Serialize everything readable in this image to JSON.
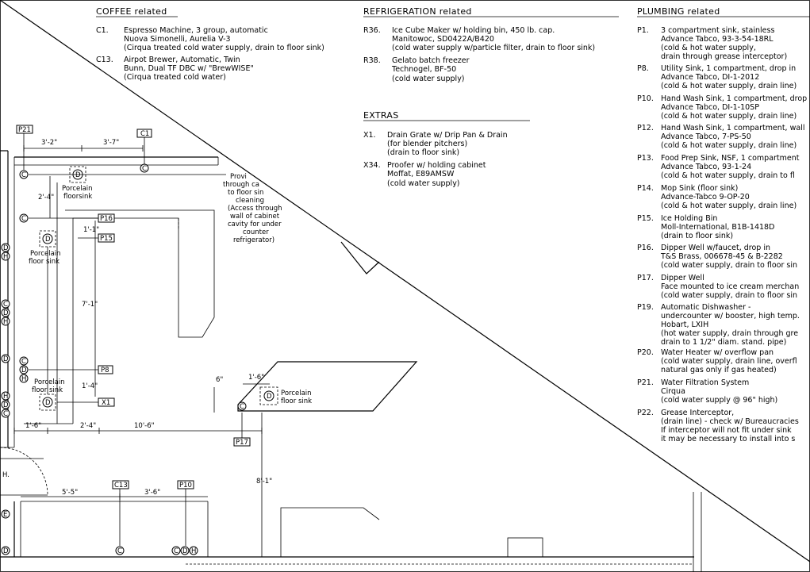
{
  "sections": {
    "coffee": {
      "title": "COFFEE related",
      "items": [
        {
          "code": "C1.",
          "lines": [
            "Espresso Machine, 3 group, automatic",
            "Nuova Simonelli, Aurelia V-3",
            "(Cirqua treated cold water supply, drain to floor sink)"
          ]
        },
        {
          "code": "C13.",
          "lines": [
            "Airpot Brewer, Automatic, Twin",
            "Bunn, Dual TF DBC w/ \"BrewWISE\"",
            "(Cirqua treated cold water)"
          ]
        }
      ]
    },
    "refrigeration": {
      "title": "REFRIGERATION related",
      "items": [
        {
          "code": "R36.",
          "lines": [
            "Ice Cube Maker w/ holding bin, 450 lb. cap.",
            "Manitowoc, SD0422A/B420",
            "(cold water supply w/particle filter, drain to floor sink)"
          ]
        },
        {
          "code": "R38.",
          "lines": [
            "Gelato batch freezer",
            "Technogel, BF-50",
            "(cold water supply)"
          ]
        }
      ]
    },
    "extras": {
      "title": "EXTRAS",
      "items": [
        {
          "code": "X1.",
          "lines": [
            "Drain Grate w/ Drip Pan & Drain",
            "(for blender pitchers)",
            "(drain to floor sink)"
          ]
        },
        {
          "code": "X34.",
          "lines": [
            "Proofer w/ holding cabinet",
            "Moffat, E89AMSW",
            "(cold water supply)"
          ]
        }
      ]
    },
    "plumbing": {
      "title": "PLUMBING related",
      "items": [
        {
          "code": "P1.",
          "lines": [
            "3 compartment sink, stainless",
            "Advance Tabco, 93-3-54-18RL",
            "(cold & hot water supply,",
            "drain through grease interceptor)"
          ]
        },
        {
          "code": "P8.",
          "lines": [
            "Utility Sink, 1 compartment, drop in",
            "Advance Tabco, DI-1-2012",
            "(cold & hot water supply, drain line)"
          ]
        },
        {
          "code": "P10.",
          "lines": [
            "Hand Wash Sink, 1 compartment, drop",
            "Advance Tabco, DI-1-10SP",
            "(cold & hot water supply, drain line)"
          ]
        },
        {
          "code": "P12.",
          "lines": [
            "Hand Wash Sink, 1 compartment, wall",
            " Advance Tabco, 7-PS-50",
            "(cold & hot water supply, drain line)"
          ]
        },
        {
          "code": "P13.",
          "lines": [
            "Food Prep Sink, NSF, 1 compartment",
            "Advance Tabco, 93-1-24",
            "(cold & hot water supply, drain to fl"
          ]
        },
        {
          "code": "P14.",
          "lines": [
            "Mop Sink (floor sink)",
            "Advance-Tabco 9-OP-20",
            "(cold & hot water supply, drain line)"
          ]
        },
        {
          "code": "P15.",
          "lines": [
            "Ice Holding Bin",
            "Moll-International, B1B-1418D",
            "(drain to floor sink)"
          ]
        },
        {
          "code": "P16.",
          "lines": [
            "Dipper Well w/faucet, drop in",
            "T&S Brass, 006678-45 & B-2282",
            "(cold water supply, drain to floor sin"
          ]
        },
        {
          "code": "P17.",
          "lines": [
            "Dipper Well",
            "Face mounted to ice cream merchan",
            "(cold water supply, drain to floor sin"
          ]
        },
        {
          "code": "P19.",
          "lines": [
            "Automatic Dishwasher -",
            "undercounter w/ booster, high temp.",
            "Hobart, LXIH",
            "(hot water supply, drain through gre",
            "drain to 1 1/2\" diam. stand. pipe)"
          ]
        },
        {
          "code": "P20.",
          "lines": [
            "Water Heater w/ overflow  pan",
            "(cold water supply, drain line, overfl",
            "natural gas only if gas heated)"
          ]
        },
        {
          "code": "P21.",
          "lines": [
            "Water Filtration System",
            "Cirqua",
            "(cold water supply @ 96\" high)"
          ]
        },
        {
          "code": "P22.",
          "lines": [
            "Grease Interceptor,",
            "(drain line) - check w/ Bureaucracies",
            "If interceptor will not fit under sink",
            "it may be necessary to install into s"
          ]
        }
      ]
    }
  },
  "plan": {
    "tags": {
      "p21": "P21",
      "c1": "C1",
      "p16": "P16",
      "p15": "P15",
      "p8": "P8",
      "x1": "X1",
      "p17": "P17",
      "c13": "C13",
      "p10": "P10"
    },
    "dims": {
      "d1": "3'-2\"",
      "d2": "3'-7\"",
      "d3": "2'-4\"",
      "d4": "1'-1\"",
      "d5": "7'-1\"",
      "d6": "1'-4\"",
      "d7": "1'-6\"",
      "d8": "2'-4\"",
      "d9": "10'-6\"",
      "d10": "6\"",
      "d11": "1'-6\"",
      "d12": "8'-1\"",
      "d13": "5'-5\"",
      "d14": "3'-6\""
    },
    "labels": {
      "porc1": [
        "Porcelain",
        "floorsink"
      ],
      "porc2": [
        "Porcelain",
        "floor sink"
      ],
      "porc3": [
        "Porcelain",
        "floor sink"
      ],
      "porc4": [
        "Porcelain",
        "floor sink"
      ],
      "note": [
        "Provi",
        "through ca",
        "to floor sin",
        "cleaning",
        "(Access through",
        "wall of cabinet",
        "cavity for under",
        "counter",
        "refrigerator)"
      ],
      "h": "H."
    },
    "sym": {
      "c": "C",
      "d": "D",
      "h": "H",
      "e": "E"
    }
  }
}
